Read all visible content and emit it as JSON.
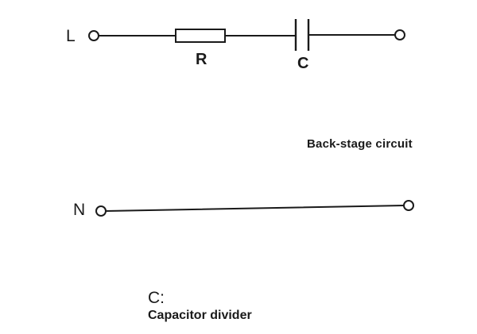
{
  "diagram": {
    "title": "Capacitor divider circuit",
    "nodes": {
      "line": "L",
      "neutral": "N"
    },
    "components": [
      {
        "id": "resistor",
        "type": "resistor",
        "label": "R"
      },
      {
        "id": "capacitor",
        "type": "capacitor",
        "label": "C"
      }
    ],
    "section_label": "Back-stage circuit",
    "legend": {
      "key": "C:",
      "description": "Capacitor divider"
    },
    "colors": {
      "stroke": "#1a1a1a",
      "background": "#ffffff"
    }
  }
}
